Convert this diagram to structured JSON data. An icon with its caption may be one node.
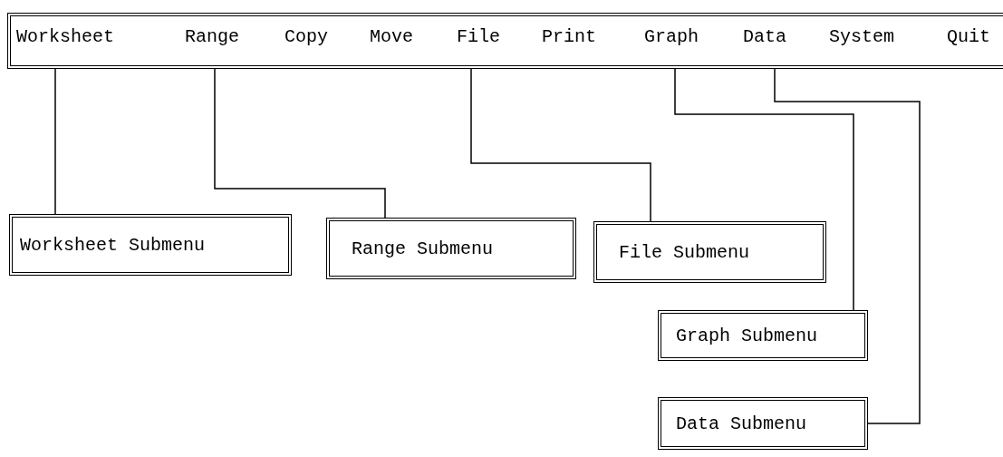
{
  "diagram": {
    "nodes": [
      {
        "text": [],
        "shape": "box"
      },
      {
        "text": [
          "Worksheet"
        ],
        "in": 0
      },
      {
        "text": [
          "Range"
        ],
        "in": 0
      },
      {
        "text": [
          "Copy"
        ],
        "in": 0
      },
      {
        "text": [
          "Move"
        ],
        "in": 0
      },
      {
        "text": [
          "File"
        ],
        "in": 0
      },
      {
        "text": [
          "Print"
        ],
        "in": 0
      },
      {
        "text": [
          "Graph"
        ],
        "in": 0
      },
      {
        "text": [
          "Data"
        ],
        "in": 0
      },
      {
        "text": [
          "System"
        ],
        "in": 0
      },
      {
        "text": [
          "Quit"
        ],
        "in": 0
      },
      {
        "text": [
          "Worksheet Submenu"
        ]
      },
      {
        "text": [
          "Range Submenu"
        ]
      },
      {
        "text": [
          "File Submenu"
        ]
      },
      {
        "text": [
          "Graph Submenu"
        ]
      },
      {
        "text": [
          "Data Submenu"
        ]
      }
    ],
    "edges": [
      {
        "from": 1,
        "to": 11,
        "arrow": "none"
      },
      {
        "from": 2,
        "to": 12,
        "arrow": "none"
      },
      {
        "from": 5,
        "to": 13,
        "arrow": "none"
      },
      {
        "from": 7,
        "to": 14,
        "arrow": "none"
      },
      {
        "from": 8,
        "to": 15,
        "arrow": "none"
      }
    ]
  }
}
